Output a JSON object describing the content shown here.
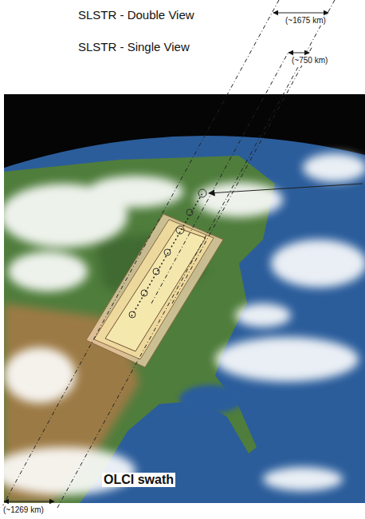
{
  "diagram": {
    "labels": [
      "SLSTR - Double View",
      "(~1675 km)",
      "SLSTR - Single View",
      "(~750 km)",
      "OLCI swath",
      "(~1269 km)"
    ]
  }
}
